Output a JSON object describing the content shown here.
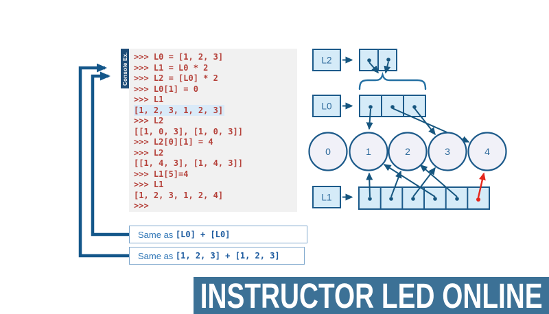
{
  "console": {
    "tab_label": "Console Ex.",
    "lines": [
      ">>> L0 = [1, 2, 3]",
      ">>> L1 = L0 * 2",
      ">>> L2 = [L0] * 2",
      ">>> L0[1] = 0",
      ">>> L1",
      "[1, 2, 3, 1, 2, 3]",
      ">>> L2",
      "[[1, 0, 3], [1, 0, 3]]",
      ">>> L2[0][1] = 4",
      ">>> L2",
      "[[1, 4, 3], [1, 4, 3]]",
      ">>> L1[5]=4",
      ">>> L1",
      "[1, 2, 3, 1, 2, 4]",
      ">>>"
    ],
    "highlighted_line_index": 5
  },
  "callouts": [
    {
      "prefix": "Same as ",
      "code": "[L0] + [L0]"
    },
    {
      "prefix": "Same as ",
      "code": "[1, 2, 3] + [1, 2, 3]"
    }
  ],
  "diagram": {
    "pointer_labels": {
      "l2": "L2",
      "l0": "L0",
      "l1": "L1"
    },
    "object_circles": [
      {
        "label": "0"
      },
      {
        "label": "1"
      },
      {
        "label": "2"
      },
      {
        "label": "3"
      },
      {
        "label": "4"
      }
    ],
    "l2_cells": 2,
    "l0_cells": 3,
    "l1_cells": 6,
    "colors": {
      "box_fill": "#d5ebf8",
      "box_border": "#1c5a8a",
      "circle_fill": "#f1f1f8",
      "arrow_blue": "#16567f",
      "arrow_red": "#e5261b",
      "console_text": "#b5413a",
      "console_bg": "#f1f1f1",
      "tab_bg": "#1e4d78",
      "highlight_bg": "#d9eaf8",
      "callout_text": "#2e75b6"
    }
  },
  "banner": {
    "text": "INSTRUCTOR LED ONLINE",
    "bg": "#3c7196"
  }
}
